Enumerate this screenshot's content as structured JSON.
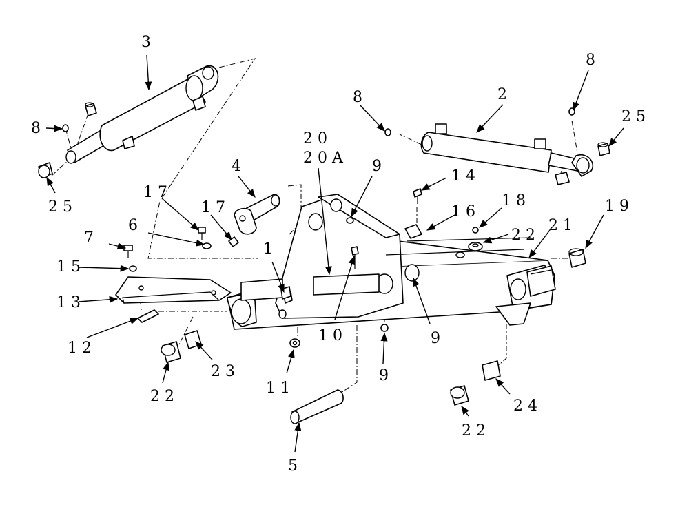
{
  "diagram": {
    "callouts": [
      {
        "id": "c3",
        "text": "3"
      },
      {
        "id": "c2",
        "text": "2"
      },
      {
        "id": "c8a",
        "text": "8"
      },
      {
        "id": "c8b",
        "text": "8"
      },
      {
        "id": "c8c",
        "text": "8"
      },
      {
        "id": "c25a",
        "text": "2 5"
      },
      {
        "id": "c25b",
        "text": "2 5"
      },
      {
        "id": "c4",
        "text": "4"
      },
      {
        "id": "c20",
        "text": "2 0"
      },
      {
        "id": "c20a",
        "text": "2 0 A"
      },
      {
        "id": "c9a",
        "text": "9"
      },
      {
        "id": "c14",
        "text": "1 4"
      },
      {
        "id": "c17a",
        "text": "1 7"
      },
      {
        "id": "c17b",
        "text": "1 7"
      },
      {
        "id": "c6",
        "text": "6"
      },
      {
        "id": "c16",
        "text": "1 6"
      },
      {
        "id": "c18",
        "text": "1 8"
      },
      {
        "id": "c19",
        "text": "1 9"
      },
      {
        "id": "c22a",
        "text": "2 2"
      },
      {
        "id": "c21",
        "text": "2 1"
      },
      {
        "id": "c1",
        "text": "1"
      },
      {
        "id": "c7",
        "text": "7"
      },
      {
        "id": "c15",
        "text": "1 5"
      },
      {
        "id": "c13",
        "text": "1 3"
      },
      {
        "id": "c12",
        "text": "1 2"
      },
      {
        "id": "c10",
        "text": "1 0"
      },
      {
        "id": "c9b",
        "text": "9"
      },
      {
        "id": "c9c",
        "text": "9"
      },
      {
        "id": "c23",
        "text": "2 3"
      },
      {
        "id": "c22b",
        "text": "2 2"
      },
      {
        "id": "c11",
        "text": "1 1"
      },
      {
        "id": "c24",
        "text": "2 4"
      },
      {
        "id": "c22c",
        "text": "2 2"
      },
      {
        "id": "c5",
        "text": "5"
      }
    ]
  }
}
